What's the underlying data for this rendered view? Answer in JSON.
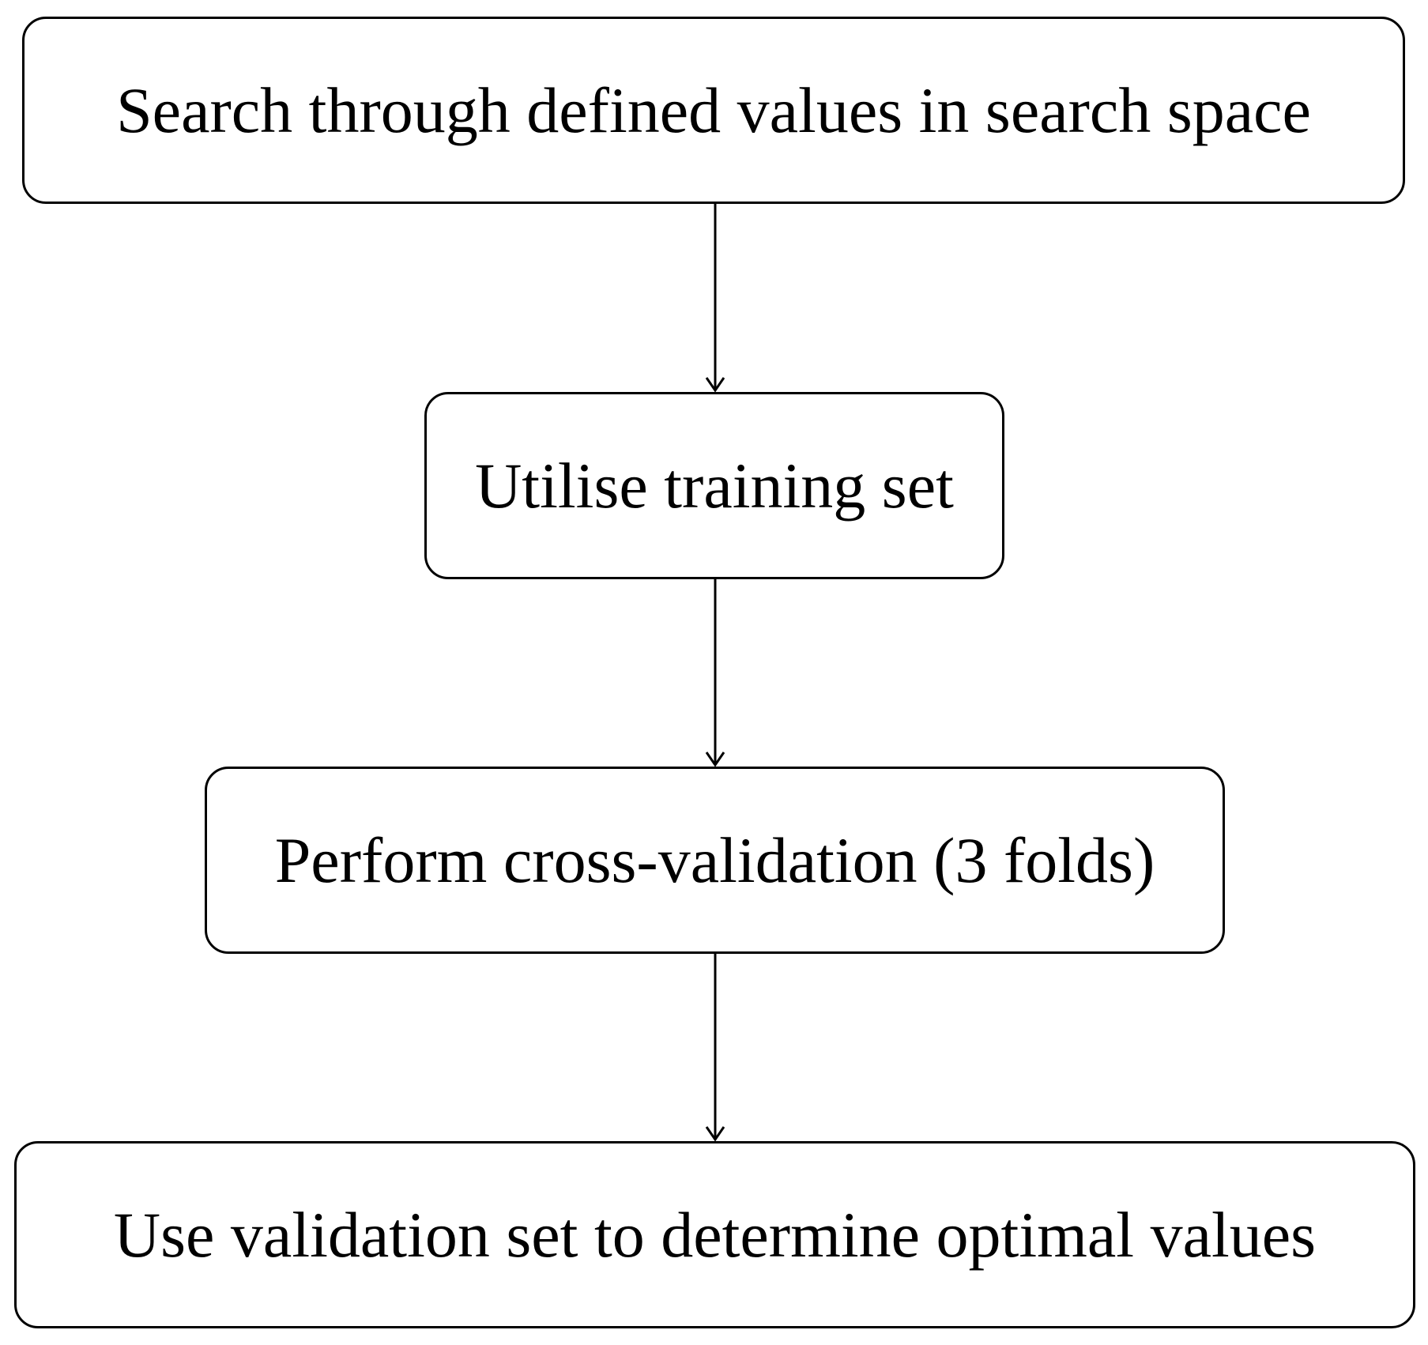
{
  "flowchart": {
    "steps": [
      {
        "label": "Search through defined values in search space"
      },
      {
        "label": "Utilise training set"
      },
      {
        "label": "Perform cross-validation (3 folds)"
      },
      {
        "label": "Use validation set to determine optimal values"
      }
    ],
    "edges": [
      {
        "from": 0,
        "to": 1
      },
      {
        "from": 1,
        "to": 2
      },
      {
        "from": 2,
        "to": 3
      }
    ],
    "colors": {
      "stroke": "#000000",
      "background": "#ffffff"
    }
  }
}
